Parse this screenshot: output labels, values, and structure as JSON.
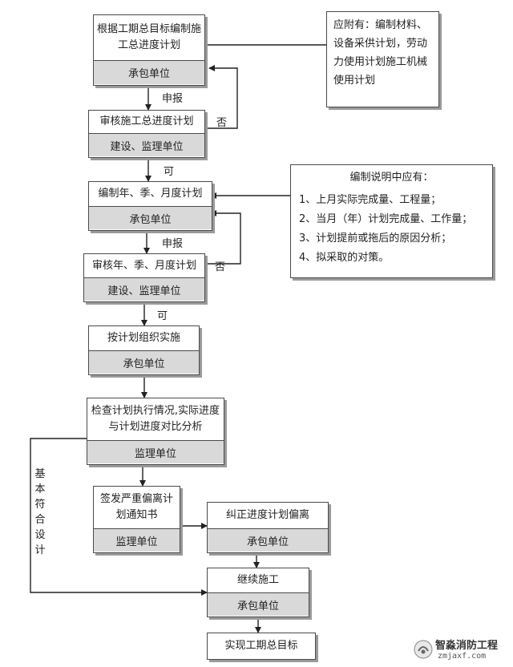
{
  "boxes": {
    "b1": {
      "top": "根据工期总目标编制施工总进度计划",
      "bottom": "承包单位"
    },
    "b2": {
      "top": "审核施工总进度计划",
      "bottom": "建设、监理单位"
    },
    "b3": {
      "top": "编制年、季、月度计划",
      "bottom": "承包单位"
    },
    "b4": {
      "top": "审核年、季、月度计划",
      "bottom": "建设、监理单位"
    },
    "b5": {
      "top": "按计划组织实施",
      "bottom": "承包单位"
    },
    "b6": {
      "top": "检查计划执行情况,实际进度与计划进度对比分析",
      "bottom": "监理单位"
    },
    "b7": {
      "top": "签发严重偏离计划通知书",
      "bottom": "监理单位"
    },
    "b8": {
      "top": "纠正进度计划偏离",
      "bottom": "承包单位"
    },
    "b9": {
      "top": "继续施工",
      "bottom": "承包单位"
    },
    "b10": {
      "top": "实现工期总目标"
    }
  },
  "notes": {
    "n1": "应附有：编制材料、设备采供计划，劳动力使用计划施工机械使用计划",
    "n2": {
      "title": "编制说明中应有：",
      "items": [
        "1、上月实际完成量、工程量；",
        "2、当月（年）计划完成量、工作量；",
        "3、计划提前或拖后的原因分析；",
        "4、拟采取的对策。"
      ]
    }
  },
  "labels": {
    "report1": "申报",
    "reject1": "否",
    "approve1": "可",
    "report2": "申报",
    "reject2": "否",
    "approve2": "可",
    "basic": "基本符合设计"
  },
  "watermark": {
    "name": "智淼消防工程",
    "site": "zmjaxf.com"
  }
}
